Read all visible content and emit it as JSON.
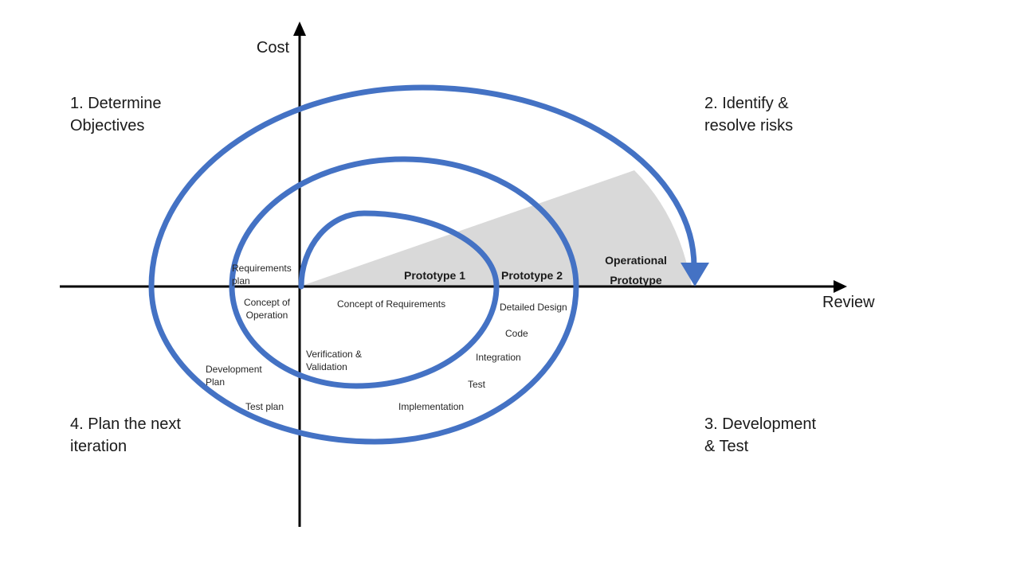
{
  "axis": {
    "vertical": "Cost",
    "horizontal": "Review"
  },
  "quadrants": {
    "q1": {
      "line1": "1. Determine",
      "line2": "Objectives"
    },
    "q2": {
      "line1": "2. Identify &",
      "line2": "resolve risks"
    },
    "q3": {
      "line1": "3. Development",
      "line2": "& Test"
    },
    "q4": {
      "line1": "4. Plan the next",
      "line2": "iteration"
    }
  },
  "milestones": {
    "prototype1": "Prototype 1",
    "prototype2": "Prototype 2",
    "operational_prototype": {
      "line1": "Operational",
      "line2": "Prototype"
    }
  },
  "stages": {
    "requirements_plan": {
      "line1": "Requirements",
      "line2": "plan"
    },
    "concept_of_operation": {
      "line1": "Concept of",
      "line2": "Operation"
    },
    "development_plan": {
      "line1": "Development",
      "line2": "Plan"
    },
    "test_plan": "Test plan",
    "concept_of_requirements": "Concept of Requirements",
    "verification_validation": {
      "line1": "Verification &",
      "line2": "Validation"
    },
    "detailed_design": "Detailed Design",
    "code": "Code",
    "integration": "Integration",
    "test": "Test",
    "implementation": "Implementation"
  },
  "colors": {
    "spiral": "#4472C4",
    "axis": "#000000",
    "shade": "#D9D9D9"
  }
}
